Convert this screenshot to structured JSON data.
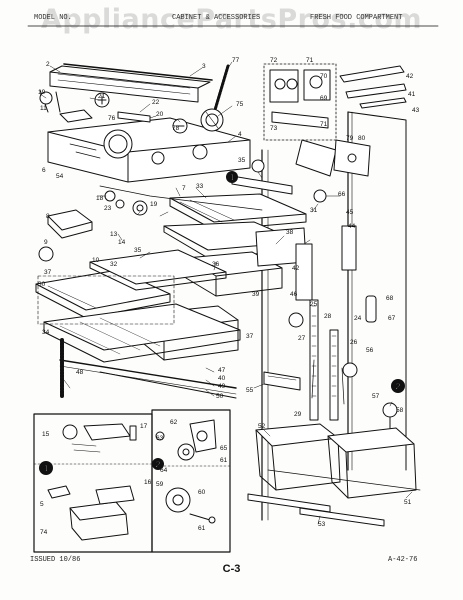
{
  "watermark": "AppliancePartsPros.com",
  "header": {
    "left": "MODEL NO.",
    "center": "CABINET & ACCESSORIES",
    "right": "FRESH FOOD COMPARTMENT"
  },
  "footer": {
    "issued": "ISSUED 10/86",
    "ref": "A-42-76",
    "page": "C-3"
  },
  "callouts": [
    {
      "id": "c2",
      "text": "2"
    },
    {
      "id": "c3",
      "text": "3"
    },
    {
      "id": "c77",
      "text": "77"
    },
    {
      "id": "c72",
      "text": "72"
    },
    {
      "id": "c71a",
      "text": "71"
    },
    {
      "id": "c70",
      "text": "70"
    },
    {
      "id": "c69",
      "text": "69"
    },
    {
      "id": "c71b",
      "text": "71"
    },
    {
      "id": "c73",
      "text": "73"
    },
    {
      "id": "c42a",
      "text": "42"
    },
    {
      "id": "c41",
      "text": "41"
    },
    {
      "id": "c43",
      "text": "43"
    },
    {
      "id": "c19a",
      "text": "19"
    },
    {
      "id": "c21",
      "text": "21"
    },
    {
      "id": "c11",
      "text": "11"
    },
    {
      "id": "c22",
      "text": "22"
    },
    {
      "id": "c20",
      "text": "20"
    },
    {
      "id": "c76",
      "text": "76"
    },
    {
      "id": "c75",
      "text": "75"
    },
    {
      "id": "c78",
      "text": "78"
    },
    {
      "id": "c4",
      "text": "4"
    },
    {
      "id": "c79",
      "text": "79"
    },
    {
      "id": "c80",
      "text": "80"
    },
    {
      "id": "c35a",
      "text": "35"
    },
    {
      "id": "c6",
      "text": "6"
    },
    {
      "id": "c54",
      "text": "54"
    },
    {
      "id": "c33",
      "text": "33"
    },
    {
      "id": "c7",
      "text": "7"
    },
    {
      "id": "c66",
      "text": "66"
    },
    {
      "id": "c18",
      "text": "18"
    },
    {
      "id": "c23",
      "text": "23"
    },
    {
      "id": "c19b",
      "text": "19"
    },
    {
      "id": "c31",
      "text": "31"
    },
    {
      "id": "c8",
      "text": "8"
    },
    {
      "id": "c45",
      "text": "45"
    },
    {
      "id": "c13",
      "text": "13"
    },
    {
      "id": "c14",
      "text": "14"
    },
    {
      "id": "c38",
      "text": "38"
    },
    {
      "id": "c9",
      "text": "9"
    },
    {
      "id": "c44",
      "text": "44"
    },
    {
      "id": "c35b",
      "text": "35"
    },
    {
      "id": "c10",
      "text": "10"
    },
    {
      "id": "c36",
      "text": "36"
    },
    {
      "id": "c42b",
      "text": "42"
    },
    {
      "id": "c32",
      "text": "32"
    },
    {
      "id": "c37a",
      "text": "37"
    },
    {
      "id": "c30",
      "text": "30"
    },
    {
      "id": "c39",
      "text": "39"
    },
    {
      "id": "c46",
      "text": "46"
    },
    {
      "id": "c68",
      "text": "68"
    },
    {
      "id": "c25",
      "text": "25"
    },
    {
      "id": "c28",
      "text": "28"
    },
    {
      "id": "c24",
      "text": "24"
    },
    {
      "id": "c67",
      "text": "67"
    },
    {
      "id": "c34",
      "text": "34"
    },
    {
      "id": "c37b",
      "text": "37"
    },
    {
      "id": "c27",
      "text": "27"
    },
    {
      "id": "c26",
      "text": "26"
    },
    {
      "id": "c56",
      "text": "56"
    },
    {
      "id": "c48",
      "text": "48"
    },
    {
      "id": "c47",
      "text": "47"
    },
    {
      "id": "c40",
      "text": "40"
    },
    {
      "id": "c49",
      "text": "49"
    },
    {
      "id": "c50",
      "text": "50"
    },
    {
      "id": "c55",
      "text": "55"
    },
    {
      "id": "c57",
      "text": "57"
    },
    {
      "id": "c58",
      "text": "58"
    },
    {
      "id": "c29",
      "text": "29"
    },
    {
      "id": "c52",
      "text": "52"
    },
    {
      "id": "c62",
      "text": "62"
    },
    {
      "id": "c15",
      "text": "15"
    },
    {
      "id": "c17",
      "text": "17"
    },
    {
      "id": "c63",
      "text": "63"
    },
    {
      "id": "c65",
      "text": "65"
    },
    {
      "id": "c61a",
      "text": "61"
    },
    {
      "id": "c64",
      "text": "64"
    },
    {
      "id": "c16",
      "text": "16"
    },
    {
      "id": "c59",
      "text": "59"
    },
    {
      "id": "c60",
      "text": "60"
    },
    {
      "id": "c61b",
      "text": "61"
    },
    {
      "id": "c5",
      "text": "5"
    },
    {
      "id": "c74",
      "text": "74"
    },
    {
      "id": "c51",
      "text": "51"
    },
    {
      "id": "c53",
      "text": "53"
    }
  ],
  "markers": [
    {
      "id": "m1a",
      "text": "1"
    },
    {
      "id": "m1b",
      "text": "1"
    },
    {
      "id": "m2a",
      "text": "2"
    },
    {
      "id": "m2b",
      "text": "2"
    }
  ]
}
